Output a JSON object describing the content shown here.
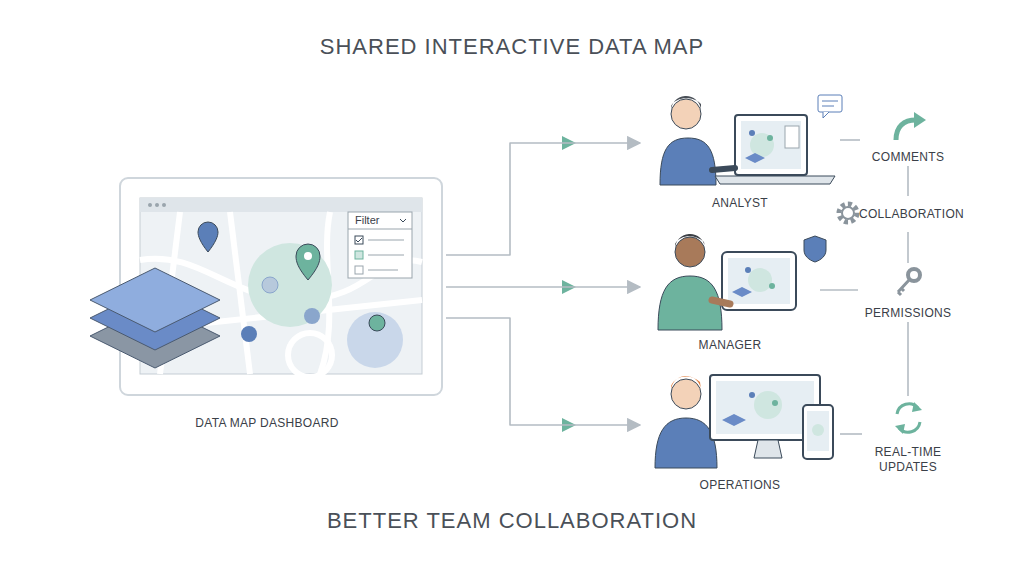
{
  "diagram": {
    "title": "SHARED INTERACTIVE DATA MAP",
    "caption": "BETTER TEAM COLLABORATION",
    "nodes": [
      {
        "text": [
          "DATA MAP DASHBOARD"
        ]
      },
      {
        "text": [
          "ANALYST"
        ]
      },
      {
        "text": [
          "MANAGER"
        ]
      },
      {
        "text": [
          "OPERATIONS"
        ]
      },
      {
        "text": [
          "COMMENTS"
        ]
      },
      {
        "text": [
          "COLLABORATION"
        ]
      },
      {
        "text": [
          "PERMISSIONS"
        ]
      },
      {
        "text": [
          "REAL-TIME UPDATES"
        ]
      }
    ],
    "edges": [
      {
        "from": 0,
        "to": 1,
        "arrow": "to"
      },
      {
        "from": 0,
        "to": 2,
        "arrow": "to"
      },
      {
        "from": 0,
        "to": 3,
        "arrow": "to"
      },
      {
        "from": 1,
        "to": 4,
        "arrow": "none"
      },
      {
        "from": 2,
        "to": 6,
        "arrow": "none"
      },
      {
        "from": 3,
        "to": 7,
        "arrow": "none"
      },
      {
        "from": 4,
        "to": 5,
        "arrow": "none"
      },
      {
        "from": 5,
        "to": 6,
        "arrow": "none"
      },
      {
        "from": 6,
        "to": 7,
        "arrow": "none"
      }
    ],
    "labels": [
      "Filter"
    ]
  }
}
